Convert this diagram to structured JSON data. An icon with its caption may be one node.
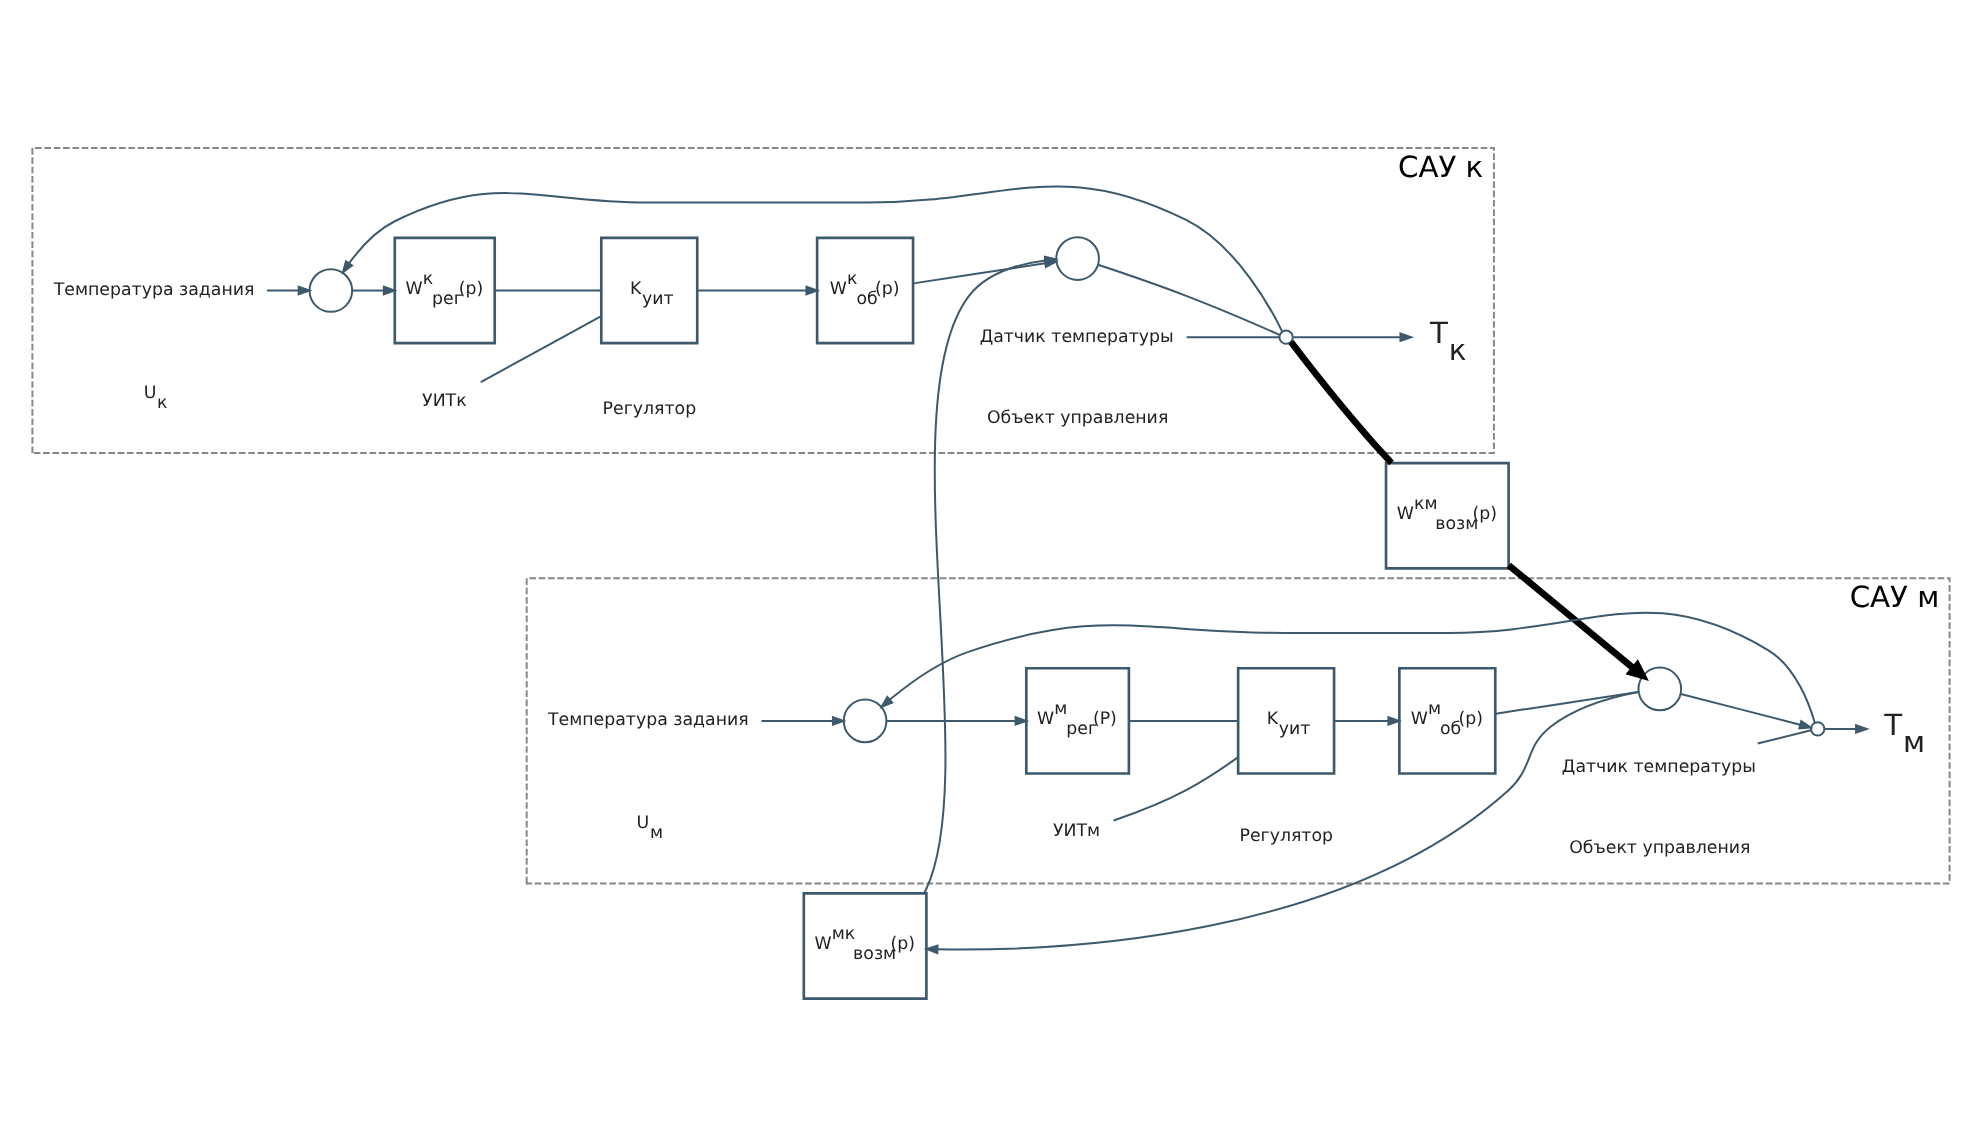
{
  "diagram": {
    "nodes": [
      {
        "text": [
          "САУ к"
        ]
      },
      {
        "text": [
          "Температура задания"
        ],
        "in": 0
      },
      {
        "text": [],
        "shape": "circle",
        "in": 0
      },
      {
        "text": [
          "W$^{к}$$_{рег}$(p)"
        ],
        "in": 0
      },
      {
        "text": [
          "K$_{уит}$"
        ],
        "in": 0
      },
      {
        "text": [
          "W$^{к}$$_{об}$(p)"
        ],
        "in": 0
      },
      {
        "text": [],
        "shape": "circle",
        "in": 0
      },
      {
        "text": [],
        "shape": "circle",
        "in": 0
      },
      {
        "text": [
          "T$_{к}$"
        ],
        "in": 0
      },
      {
        "text": [
          "УИТк"
        ],
        "in": 0
      },
      {
        "text": [
          "Датчик температуры"
        ],
        "in": 0
      },
      {
        "text": [
          "W$^{мк}$$_{возм}$(p)"
        ]
      },
      {
        "text": [
          "W$^{км}$$_{возм}$(p)"
        ]
      },
      {
        "text": [
          "САУ м"
        ]
      },
      {
        "text": [
          "Температура задания"
        ],
        "in": 13
      },
      {
        "text": [],
        "shape": "circle",
        "in": 13
      },
      {
        "text": [
          "W$^{м}$$_{рег}$(P)"
        ],
        "in": 13
      },
      {
        "text": [
          "K$_{уит}$"
        ],
        "in": 13
      },
      {
        "text": [
          "W$^{м}$$_{об}$(p)"
        ],
        "in": 13
      },
      {
        "text": [],
        "shape": "circle",
        "in": 13
      },
      {
        "text": [],
        "shape": "circle",
        "in": 13
      },
      {
        "text": [
          "T$_{м}$"
        ],
        "in": 13
      },
      {
        "text": [
          "УИТм"
        ],
        "in": 13
      },
      {
        "text": [
          "Датчик температуры"
        ],
        "in": 13
      }
    ],
    "edges": [
      {
        "from": 1,
        "to": 2,
        "arrow": "to"
      },
      {
        "from": 2,
        "to": 3,
        "arrow": "to"
      },
      {
        "from": 3,
        "to": 4,
        "arrow": "none"
      },
      {
        "from": 4,
        "to": 5,
        "arrow": "to"
      },
      {
        "from": 5,
        "to": 6,
        "arrow": "to"
      },
      {
        "from": 6,
        "to": 7,
        "arrow": "none"
      },
      {
        "from": 7,
        "to": 8,
        "arrow": "to"
      },
      {
        "from": 7,
        "to": 12,
        "arrow": "none",
        "style": "thick",
        "color": "#000000"
      },
      {
        "from": 7,
        "to": 2,
        "arrow": "to"
      },
      {
        "from": 11,
        "to": 6,
        "arrow": "to"
      },
      {
        "from": 9,
        "to": 4,
        "arrow": "none"
      },
      {
        "from": 10,
        "to": 7,
        "arrow": "none"
      },
      {
        "from": 14,
        "to": 15,
        "arrow": "to"
      },
      {
        "from": 15,
        "to": 16,
        "arrow": "to"
      },
      {
        "from": 16,
        "to": 17,
        "arrow": "none"
      },
      {
        "from": 17,
        "to": 18,
        "arrow": "to"
      },
      {
        "from": 18,
        "to": 19,
        "arrow": "none"
      },
      {
        "from": 19,
        "to": 11,
        "arrow": "to"
      },
      {
        "from": 19,
        "to": 20,
        "arrow": "to"
      },
      {
        "from": 20,
        "to": 21,
        "arrow": "to"
      },
      {
        "from": 20,
        "to": 15,
        "arrow": "to"
      },
      {
        "from": 12,
        "to": 19,
        "arrow": "to",
        "style": "thick",
        "color": "#000000"
      },
      {
        "from": 22,
        "to": 17,
        "arrow": "none"
      },
      {
        "from": 23,
        "to": 20,
        "arrow": "none"
      }
    ],
    "labels": [
      "U$_{к}$",
      "Регулятор",
      "Объект управления",
      "Регулятор",
      "U$_{м}$",
      "Объект управления"
    ]
  }
}
